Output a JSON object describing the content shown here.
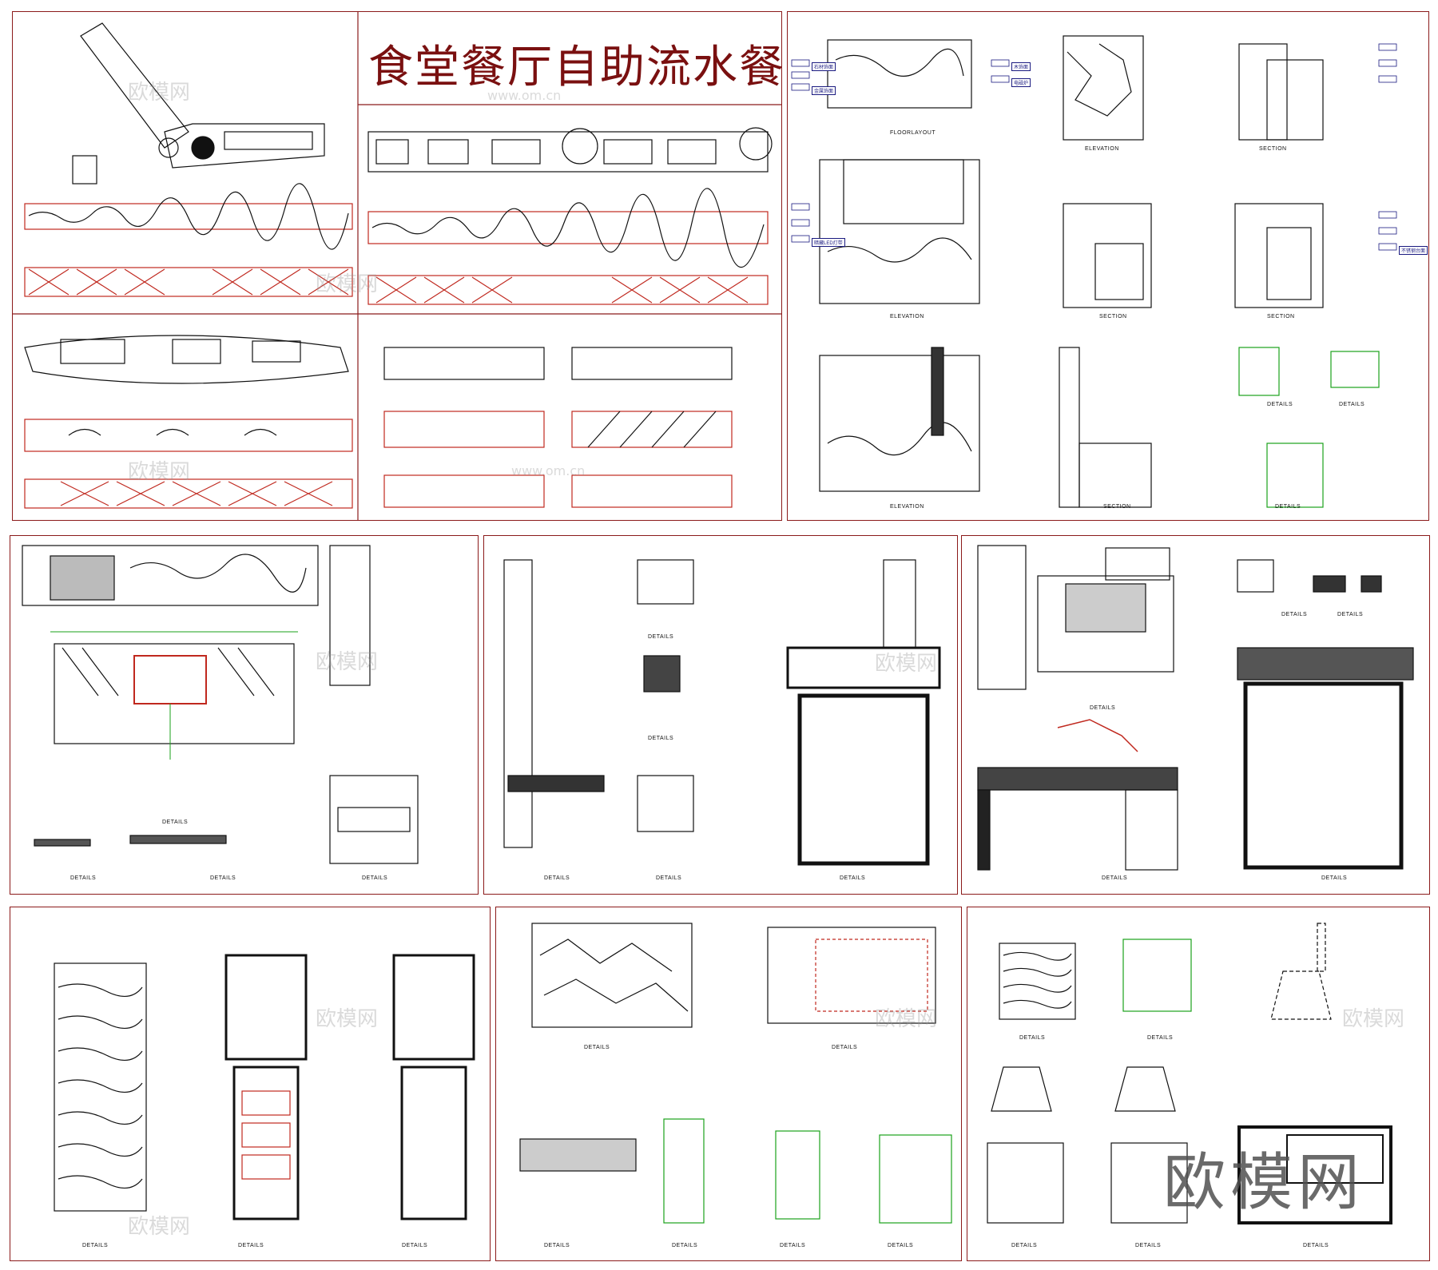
{
  "title": "食堂餐厅自助流水餐台",
  "watermark": {
    "text": "欧模网",
    "url": "www.om.cn"
  },
  "brand_mark": "欧模网",
  "captions": {
    "floor_layout": "FLOORLAYOUT",
    "elevation": "ELEVATION",
    "section": "SECTION",
    "details": "DETAILS"
  },
  "material_tags": [
    "石材饰面",
    "金属饰面",
    "木饰面",
    "暗藏LED灯带",
    "电磁炉",
    "不锈钢台面"
  ],
  "colors": {
    "frame": "#8b1a1a",
    "line": "#111111",
    "accent_red": "#c0281e",
    "accent_green": "#1aa21a",
    "accent_blue": "#1a1a80"
  }
}
